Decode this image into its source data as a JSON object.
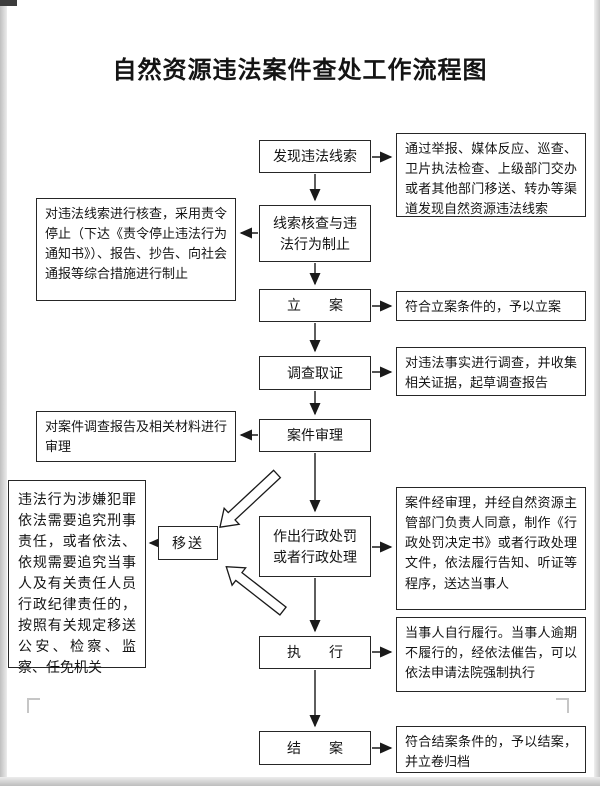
{
  "title": "自然资源违法案件查处工作流程图",
  "flow": {
    "steps": [
      {
        "label": "发现违法线索"
      },
      {
        "label": "线索核查与违法行为制止"
      },
      {
        "label": "立　　案"
      },
      {
        "label": "调查取证"
      },
      {
        "label": "案件审理"
      },
      {
        "label": "作出行政处罚或者行政处理"
      },
      {
        "label": "执　　行"
      },
      {
        "label": "结　　案"
      }
    ],
    "transfer_label": "移送"
  },
  "right_notes": [
    {
      "text": "通过举报、媒体反应、巡查、卫片执法检查、上级部门交办或者其他部门移送、转办等渠道发现自然资源违法线索"
    },
    {
      "text": "符合立案条件的，予以立案"
    },
    {
      "text": "对违法事实进行调查，并收集相关证据，起草调查报告"
    },
    {
      "text": "案件经审理，并经自然资源主管部门负责人同意，制作《行政处罚决定书》或者行政处理文件，依法履行告知、听证等程序，送达当事人"
    },
    {
      "text": "当事人自行履行。当事人逾期不履行的，经依法催告，可以依法申请法院强制执行"
    },
    {
      "text": "符合结案条件的，予以结案，并立卷归档"
    }
  ],
  "left_notes": [
    {
      "text": "对违法线索进行核查，采用责令停止（下达《责令停止违法行为通知书》）、报告、抄告、向社会通报等综合措施进行制止"
    },
    {
      "text": "对案件调查报告及相关材料进行审理"
    },
    {
      "text": "违法行为涉嫌犯罪依法需要追究刑事责任，或者依法、依规需要追究当事人及有关责任人员行政纪律责任的，按照有关规定移送公安、检察、监察、任免机关"
    }
  ],
  "colors": {
    "line": "#1a1a1a",
    "box_border": "#262626",
    "background": "#ffffff"
  }
}
